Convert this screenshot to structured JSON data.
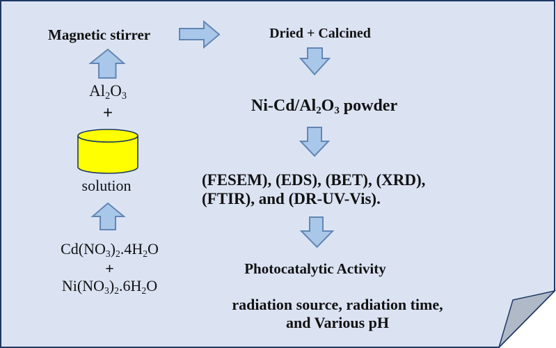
{
  "page": {
    "colors": {
      "bg": "#dbe3f3",
      "border": "#1f3864",
      "arrow-fill": "#a9c7e9",
      "arrow-stroke": "#6286b4",
      "fold": "#b0b9c7",
      "cyl-fill": "#ffff00",
      "cyl-stroke": "#17375e",
      "text": "#111111"
    }
  },
  "left_column": {
    "magnetic_stirrer": "Magnetic stirrer",
    "al2o3": [
      {
        "t": "Al"
      },
      {
        "t": "2",
        "sub": true
      },
      {
        "t": "O"
      },
      {
        "t": "3",
        "sub": true
      }
    ],
    "plus_top": "+",
    "beaker_label": "solution",
    "cd_nitrate": [
      {
        "t": "Cd(NO"
      },
      {
        "t": "3",
        "sub": true
      },
      {
        "t": ")"
      },
      {
        "t": "2",
        "sub": true
      },
      {
        "t": ".4H"
      },
      {
        "t": "2",
        "sub": true
      },
      {
        "t": "O"
      }
    ],
    "plus_bottom": "+",
    "ni_nitrate": [
      {
        "t": "Ni(NO"
      },
      {
        "t": "3",
        "sub": true
      },
      {
        "t": ")"
      },
      {
        "t": "2",
        "sub": true
      },
      {
        "t": ".6H"
      },
      {
        "t": "2",
        "sub": true
      },
      {
        "t": "O"
      }
    ]
  },
  "right_column": {
    "dried_calcined": "Dried + Calcined",
    "powder": [
      {
        "t": "Ni-Cd/Al"
      },
      {
        "t": "2",
        "sub": true
      },
      {
        "t": "O"
      },
      {
        "t": "3",
        "sub": true
      },
      {
        "t": " powder"
      }
    ],
    "characterization_line1": "(FESEM), (EDS), (BET), (XRD),",
    "characterization_line2": "(FTIR), and (DR-UV-Vis).",
    "photocatalytic": "Photocatalytic Activity",
    "radiation_line1": "radiation source, radiation time,",
    "radiation_line2": "and Various pH"
  }
}
